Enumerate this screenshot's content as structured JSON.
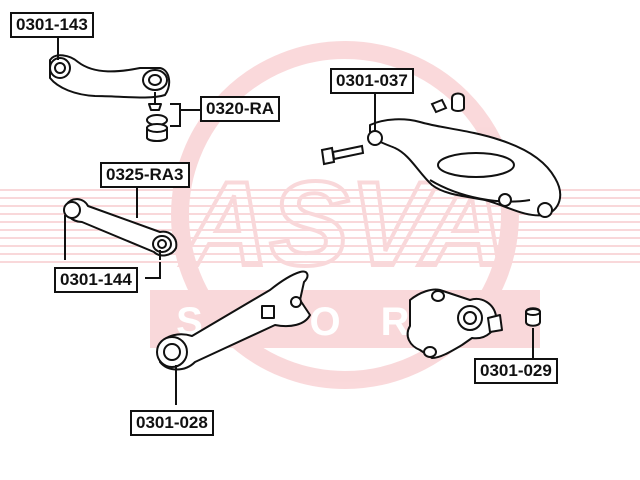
{
  "colors": {
    "line": "#111111",
    "part_fill": "#ffffff",
    "watermark": "#e8535b",
    "label_border": "#111111"
  },
  "watermark": {
    "brand": "ASVA",
    "sub": "SPORT"
  },
  "labels": {
    "part_0301_143": "0301-143",
    "part_0320_ra": "0320-RA",
    "part_0301_037": "0301-037",
    "part_0325_ra3": "0325-RA3",
    "part_0301_144": "0301-144",
    "part_0301_028": "0301-028",
    "part_0301_029": "0301-029"
  }
}
